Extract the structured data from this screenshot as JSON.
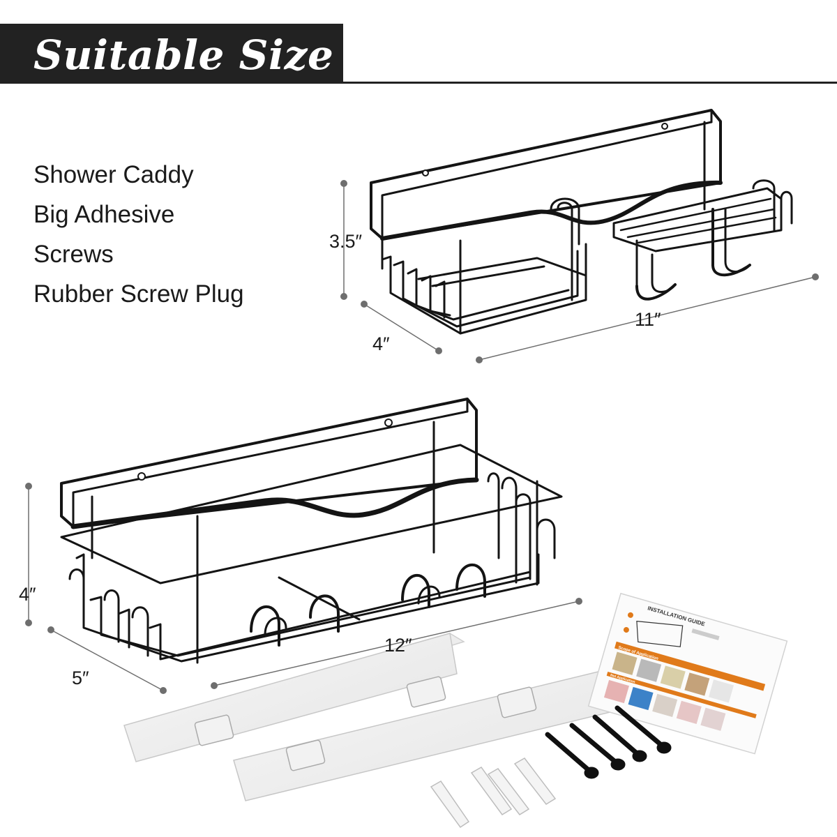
{
  "header": {
    "title": "Suitable Size"
  },
  "contents": [
    "Shower Caddy",
    "Big Adhesive",
    "Screws",
    "Rubber Screw Plug"
  ],
  "small_caddy": {
    "height": "3.5″",
    "depth": "4″",
    "width": "11″"
  },
  "large_caddy": {
    "height": "4″",
    "depth": "5″",
    "width": "12″"
  },
  "installation_guide": {
    "title": "INSTALLATION GUIDE",
    "scope_label": "Scope of Application",
    "not_label": "Not Application"
  },
  "colors": {
    "header_bg": "#222222",
    "wire": "#141414",
    "dimension_line": "#6e6e6e"
  }
}
